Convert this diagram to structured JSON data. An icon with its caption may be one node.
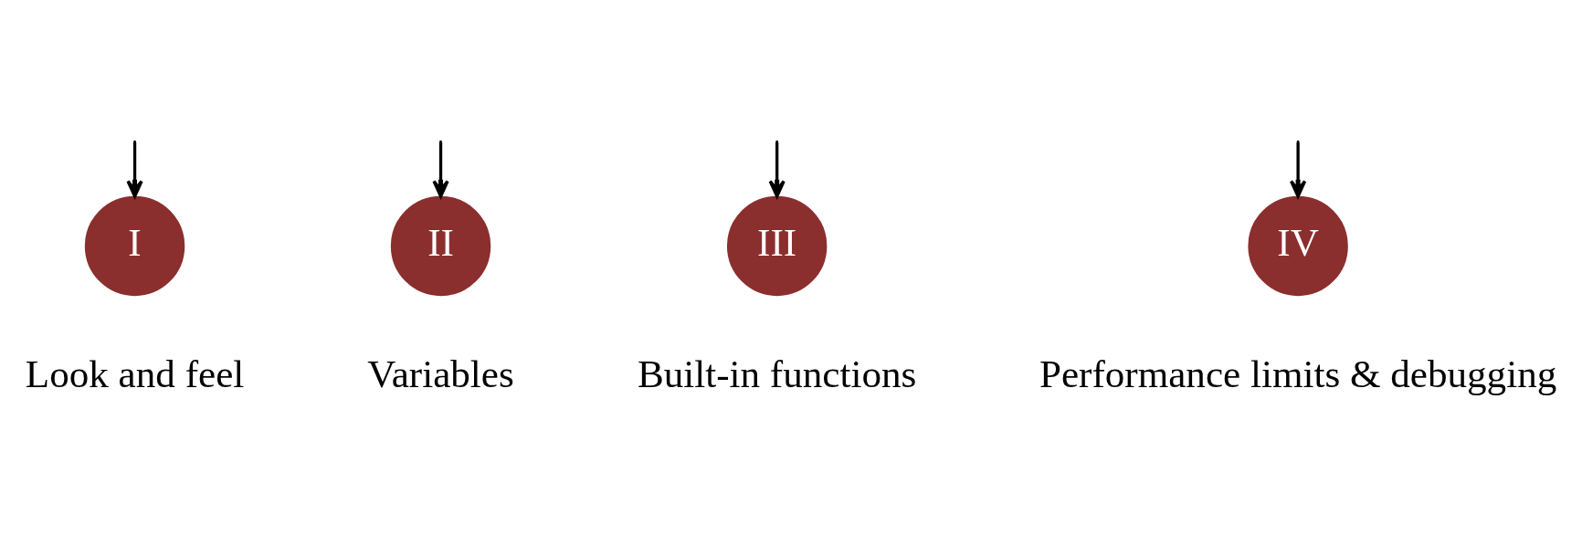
{
  "diagram": {
    "nodes": [
      {
        "text": [
          "I"
        ],
        "beside": [
          "Look and feel"
        ]
      },
      {
        "text": [
          "II"
        ],
        "beside": [
          "Variables"
        ]
      },
      {
        "text": [
          "III"
        ],
        "beside": [
          "Built-in functions"
        ]
      },
      {
        "text": [
          "IV"
        ],
        "beside": [
          "Performance limits & debugging"
        ]
      }
    ],
    "edges": [
      {
        "from": null,
        "to": 0,
        "arrow": "to"
      },
      {
        "from": null,
        "to": 1,
        "arrow": "to"
      },
      {
        "from": null,
        "to": 2,
        "arrow": "to"
      },
      {
        "from": null,
        "to": 3,
        "arrow": "to"
      }
    ]
  }
}
